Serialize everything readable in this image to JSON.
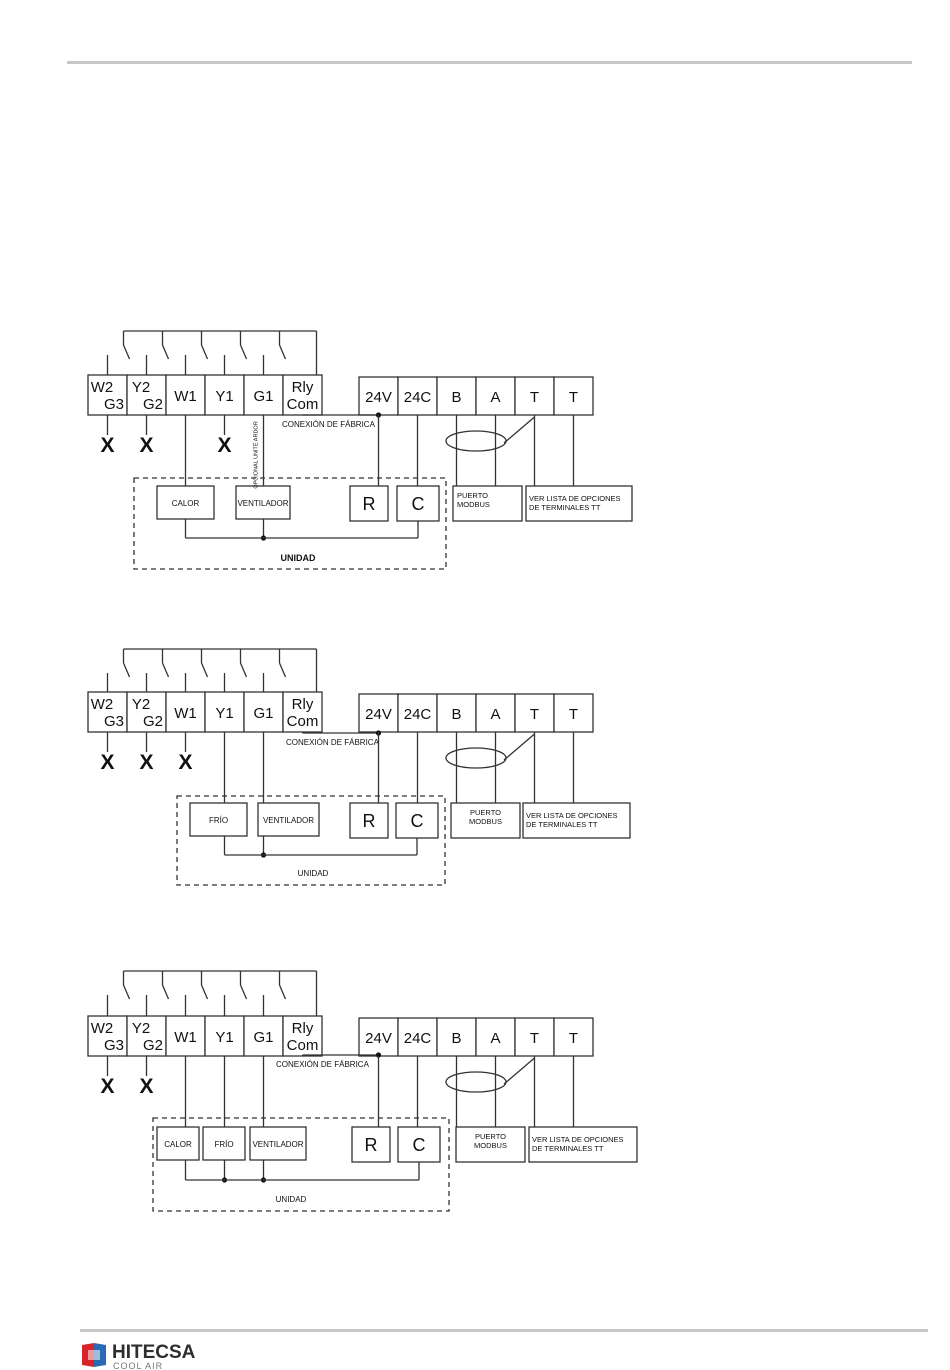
{
  "header": {
    "rule_color": "#c8c8c8"
  },
  "diagrams": [
    {
      "top_terminals": [
        "W2\nG3",
        "Y2\nG2",
        "W1",
        "Y1",
        "G1",
        "Rly\nCom"
      ],
      "crossed": [
        "W2\nG3",
        "Y2\nG2",
        "Y1"
      ],
      "right_terminals": [
        "24V",
        "24C",
        "B",
        "A",
        "T",
        "T"
      ],
      "factory_label": "CONEXIÓN DE FÁBRICA",
      "vertical_label": "OPCIONAL UNITÉ ARDOR",
      "unit_label": "UNIDAD",
      "components": [
        {
          "id": "calor",
          "label": "CALOR",
          "from": "W1"
        },
        {
          "id": "ventilador",
          "label": "VENTILADOR",
          "from": "G1"
        }
      ],
      "rc": [
        "R",
        "C"
      ],
      "modbus_label": [
        "PUERTO",
        "MODBUS"
      ],
      "options_label": [
        "VER LISTA DE OPCIONES",
        "DE TERMINALES TT"
      ]
    },
    {
      "top_terminals": [
        "W2\nG3",
        "Y2\nG2",
        "W1",
        "Y1",
        "G1",
        "Rly\nCom"
      ],
      "crossed": [
        "W2\nG3",
        "Y2\nG2",
        "W1"
      ],
      "right_terminals": [
        "24V",
        "24C",
        "B",
        "A",
        "T",
        "T"
      ],
      "factory_label": "CONEXIÓN DE FÁBRICA",
      "unit_label": "UNIDAD",
      "components": [
        {
          "id": "frio",
          "label": "FRÍO",
          "from": "Y1"
        },
        {
          "id": "ventilador",
          "label": "VENTILADOR",
          "from": "G1"
        }
      ],
      "rc": [
        "R",
        "C"
      ],
      "modbus_label": [
        "PUERTO",
        "MODBUS"
      ],
      "options_label": [
        "VER LISTA DE OPCIONES",
        "DE TERMINALES TT"
      ]
    },
    {
      "top_terminals": [
        "W2\nG3",
        "Y2\nG2",
        "W1",
        "Y1",
        "G1",
        "Rly\nCom"
      ],
      "crossed": [
        "W2\nG3",
        "Y2\nG2"
      ],
      "right_terminals": [
        "24V",
        "24C",
        "B",
        "A",
        "T",
        "T"
      ],
      "factory_label": "CONEXIÓN DE FÁBRICA",
      "unit_label": "UNIDAD",
      "components": [
        {
          "id": "calor",
          "label": "CALOR",
          "from": "W1"
        },
        {
          "id": "frio",
          "label": "FRÍO",
          "from": "Y1"
        },
        {
          "id": "ventilador",
          "label": "VENTILADOR",
          "from": "G1"
        }
      ],
      "rc": [
        "R",
        "C"
      ],
      "modbus_label": [
        "PUERTO",
        "MODBUS"
      ],
      "options_label": [
        "VER LISTA DE OPCIONES",
        "DE TERMINALES TT"
      ]
    }
  ],
  "footer": {
    "logo_text": "HITECSA",
    "logo_subtext": "COOL AIR",
    "logo_colors": {
      "red": "#d8232a",
      "blue": "#2a6ab5",
      "text": "#2e2e2e"
    },
    "rule_color": "#c8c8c8"
  }
}
